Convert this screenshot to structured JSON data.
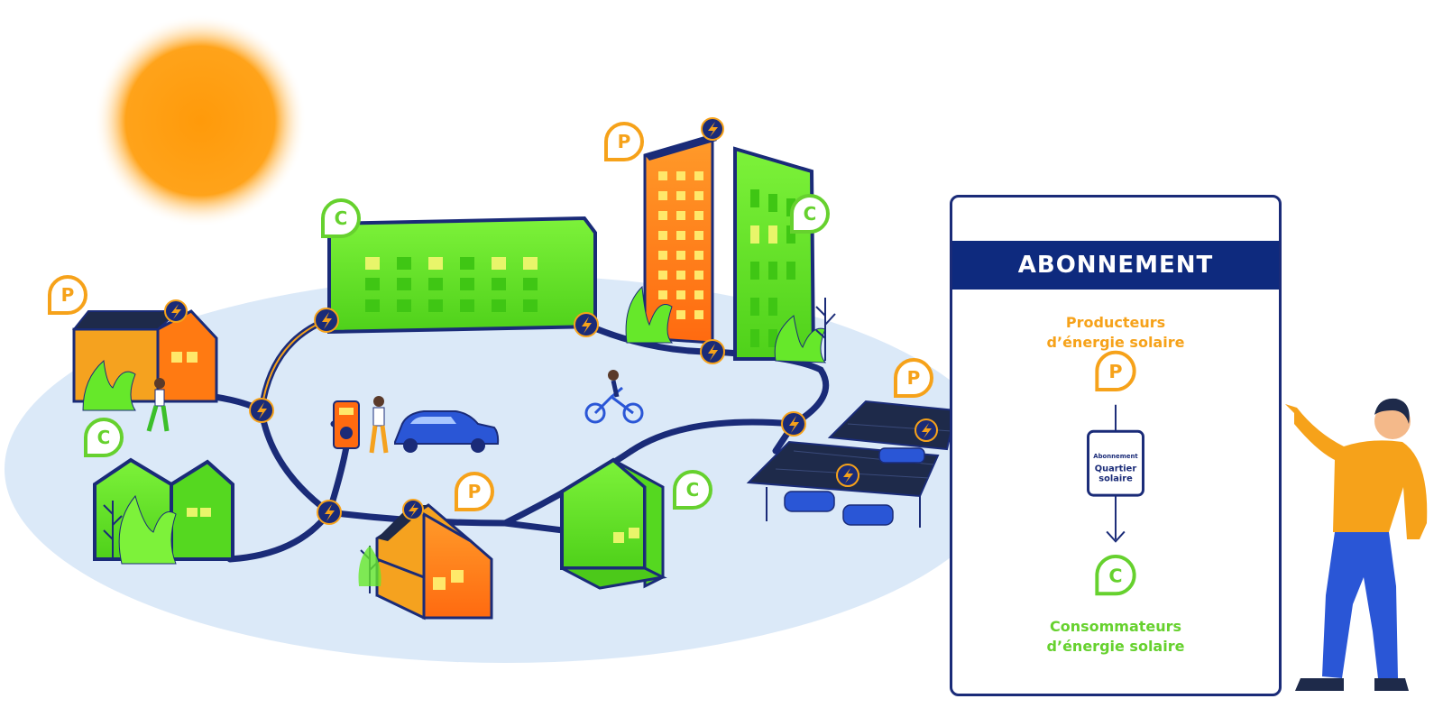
{
  "panel": {
    "title": "ABONNEMENT",
    "producers_line1": "Producteurs",
    "producers_line2": "d’énergie solaire",
    "producer_marker": "P",
    "subscription_word": "Abonnement",
    "brand_line1": "Quartier",
    "brand_line2": "solaire",
    "consumer_marker": "C",
    "consumers_line1": "Consommateurs",
    "consumers_line2": "d’énergie solaire"
  },
  "markers": {
    "producer": "P",
    "consumer": "C",
    "node_icon": "lightning-bolt-icon"
  },
  "colors": {
    "producer": "#f6a21a",
    "consumer": "#66d12e",
    "network": "#1a2b78",
    "sun": "#ffa31a",
    "ground": "#dbe9f8",
    "building_green": "#66e82a",
    "building_orange": "#ff8a1a",
    "panel_header": "#0e2a7e"
  }
}
